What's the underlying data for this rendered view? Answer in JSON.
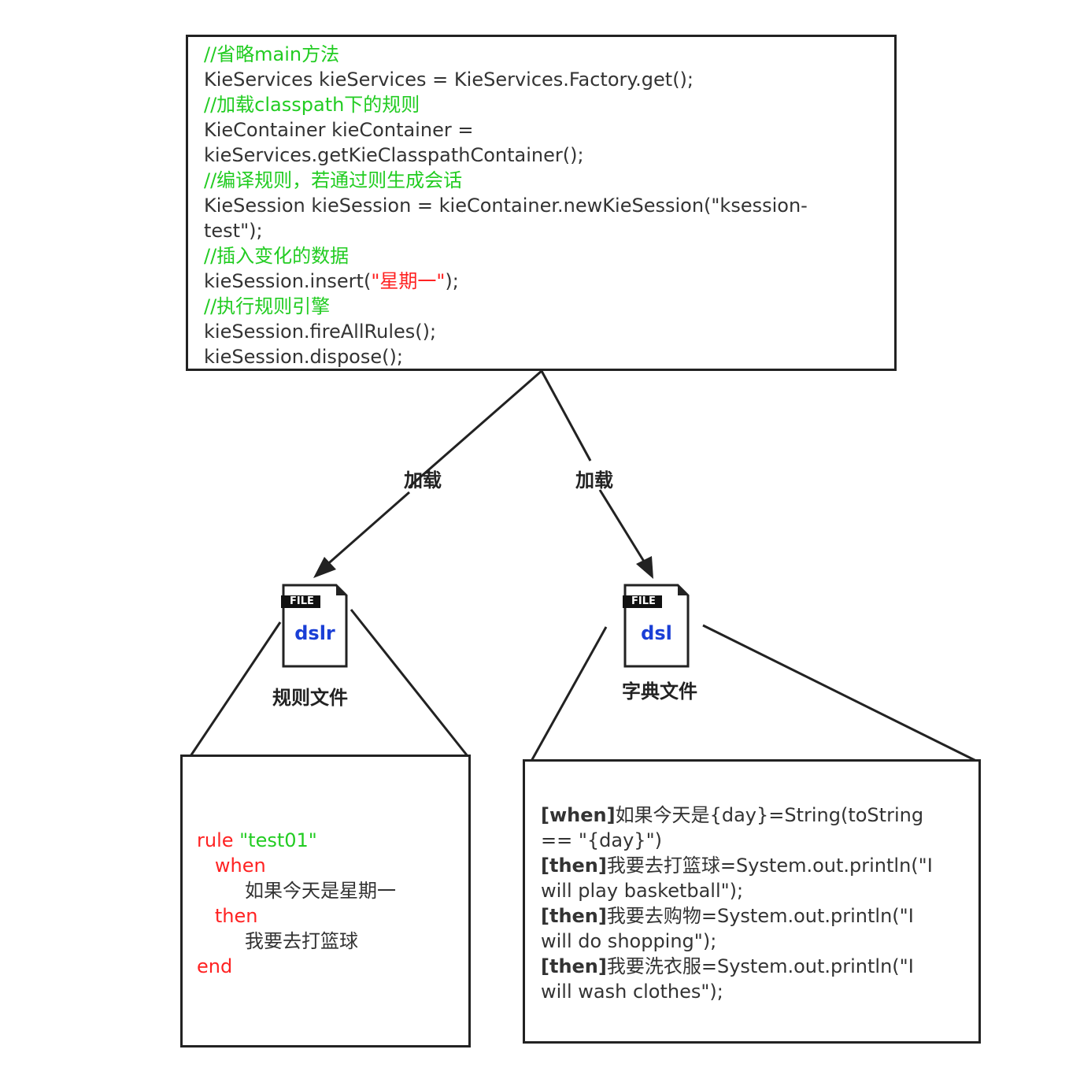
{
  "code_box": {
    "lines": [
      [
        {
          "t": "//省略main方法",
          "c": "comment"
        }
      ],
      [
        {
          "t": "KieServices kieServices = KieServices.Factory.get();",
          "c": "code"
        }
      ],
      [
        {
          "t": "//加载classpath下的规则",
          "c": "comment"
        }
      ],
      [
        {
          "t": "KieContainer kieContainer =",
          "c": "code"
        }
      ],
      [
        {
          "t": "kieServices.getKieClasspathContainer();",
          "c": "code"
        }
      ],
      [
        {
          "t": "//编译规则，若通过则生成会话",
          "c": "comment"
        }
      ],
      [
        {
          "t": "KieSession kieSession = kieContainer.newKieSession(\"ksession-",
          "c": "code"
        }
      ],
      [
        {
          "t": "test\");",
          "c": "code"
        }
      ],
      [
        {
          "t": "//插入变化的数据",
          "c": "comment"
        }
      ],
      [
        {
          "t": "kieSession.insert(",
          "c": "code"
        },
        {
          "t": "\"星期一\"",
          "c": "red"
        },
        {
          "t": ");",
          "c": "code"
        }
      ],
      [
        {
          "t": "//执行规则引擎",
          "c": "comment"
        }
      ],
      [
        {
          "t": "kieSession.fireAllRules();",
          "c": "code"
        }
      ],
      [
        {
          "t": "kieSession.dispose();",
          "c": "code"
        }
      ]
    ]
  },
  "edge_labels": {
    "left": "加载",
    "right": "加载"
  },
  "files": {
    "left": {
      "badge": "FILE",
      "name": "dslr",
      "caption": "规则文件"
    },
    "right": {
      "badge": "FILE",
      "name": "dsl",
      "caption": "字典文件"
    }
  },
  "rule_box": {
    "lines": [
      [
        {
          "t": "rule ",
          "c": "kw"
        },
        {
          "t": "\"test01\"",
          "c": "str"
        }
      ],
      [
        {
          "t": "   when",
          "c": "kw"
        }
      ],
      [
        {
          "t": "        如果今天是星期一",
          "c": "code"
        }
      ],
      [
        {
          "t": "   then",
          "c": "kw"
        }
      ],
      [
        {
          "t": "        我要去打篮球",
          "c": "code"
        }
      ],
      [
        {
          "t": "end",
          "c": "kw"
        }
      ]
    ]
  },
  "dsl_box": {
    "lines": [
      [
        {
          "t": "[when]",
          "c": "bold"
        },
        {
          "t": "如果今天是{day}=String(toString",
          "c": "code"
        }
      ],
      [
        {
          "t": "== \"{day}\")",
          "c": "code"
        }
      ],
      [
        {
          "t": "[then]",
          "c": "bold"
        },
        {
          "t": "我要去打篮球=System.out.println(\"I",
          "c": "code"
        }
      ],
      [
        {
          "t": "will play basketball\");",
          "c": "code"
        }
      ],
      [
        {
          "t": "[then]",
          "c": "bold"
        },
        {
          "t": "我要去购物=System.out.println(\"I",
          "c": "code"
        }
      ],
      [
        {
          "t": "will do shopping\");",
          "c": "code"
        }
      ],
      [
        {
          "t": "[then]",
          "c": "bold"
        },
        {
          "t": "我要洗衣服=System.out.println(\"I",
          "c": "code"
        }
      ],
      [
        {
          "t": "will wash clothes\");",
          "c": "code"
        }
      ]
    ]
  },
  "colors": {
    "comment": "#22cc22",
    "code": "#333333",
    "red": "#ff2222",
    "file_name": "#1a3fd6"
  }
}
